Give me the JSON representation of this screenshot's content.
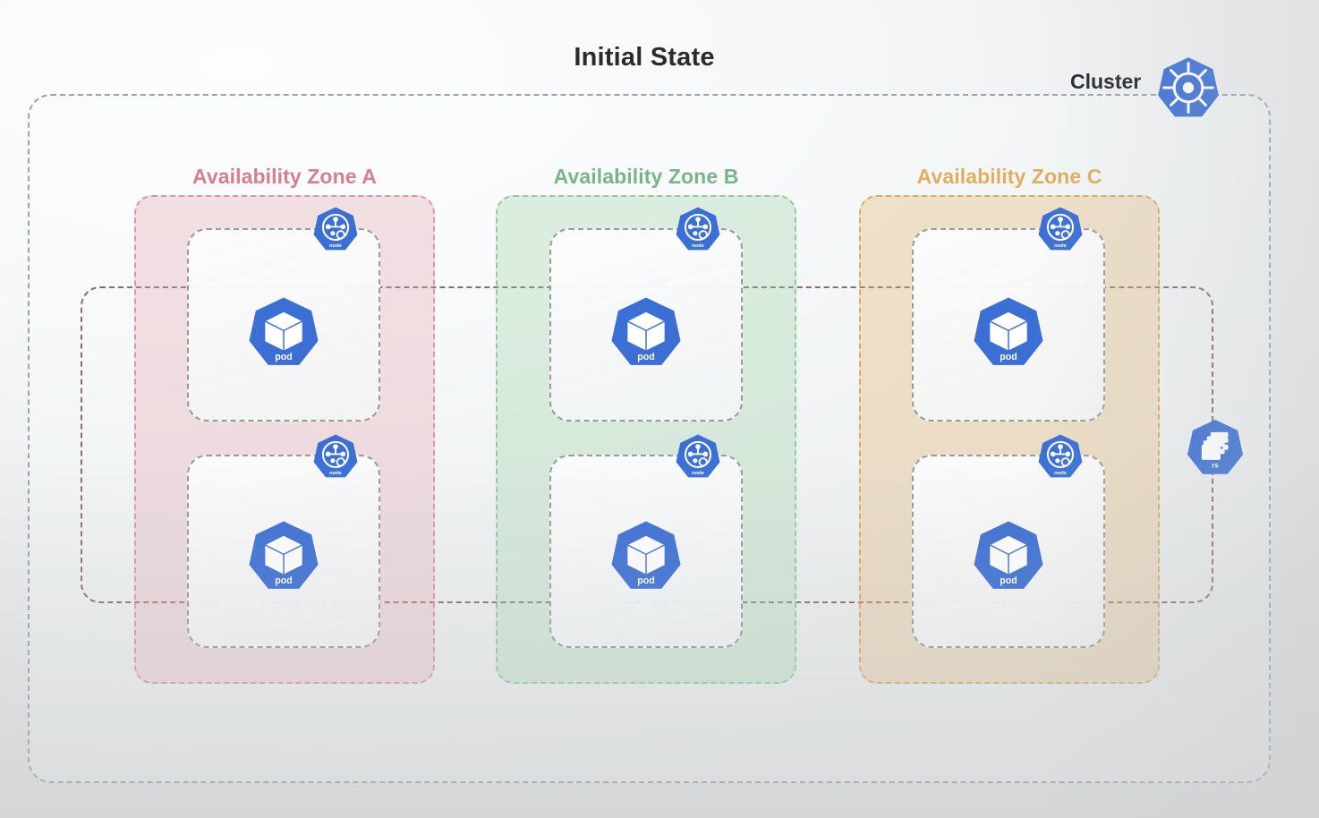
{
  "title": "Initial State",
  "cluster": {
    "label": "Cluster",
    "icon": "kubernetes-helm-icon"
  },
  "replicaset": {
    "label": "rs",
    "icon": "replicaset-icon",
    "boundary_color": "#8d6a6f"
  },
  "colors": {
    "kubernetes_blue": "#3b6fd4",
    "cluster_border": "#9aa3ae",
    "zone_a": "#d4808f",
    "zone_b": "#7ab488",
    "zone_c": "#dfae5e",
    "node_border": "#9a9a9a",
    "title_text": "#2b2b2e"
  },
  "zones": [
    {
      "id": "a",
      "label": "Availability Zone A",
      "color": "#d4808f",
      "nodes": [
        {
          "position": "top",
          "node_label": "node",
          "pods": [
            {
              "label": "pod"
            }
          ]
        },
        {
          "position": "bottom",
          "node_label": "node",
          "pods": [
            {
              "label": "pod"
            }
          ]
        }
      ]
    },
    {
      "id": "b",
      "label": "Availability Zone B",
      "color": "#7ab488",
      "nodes": [
        {
          "position": "top",
          "node_label": "node",
          "pods": [
            {
              "label": "pod"
            }
          ]
        },
        {
          "position": "bottom",
          "node_label": "node",
          "pods": [
            {
              "label": "pod"
            }
          ]
        }
      ]
    },
    {
      "id": "c",
      "label": "Availability Zone C",
      "color": "#dfae5e",
      "nodes": [
        {
          "position": "top",
          "node_label": "node",
          "pods": [
            {
              "label": "pod"
            }
          ]
        },
        {
          "position": "bottom",
          "node_label": "node",
          "pods": [
            {
              "label": "pod"
            }
          ]
        }
      ]
    }
  ],
  "glyph_labels": {
    "node": "node",
    "pod": "pod",
    "rs": "rs"
  }
}
